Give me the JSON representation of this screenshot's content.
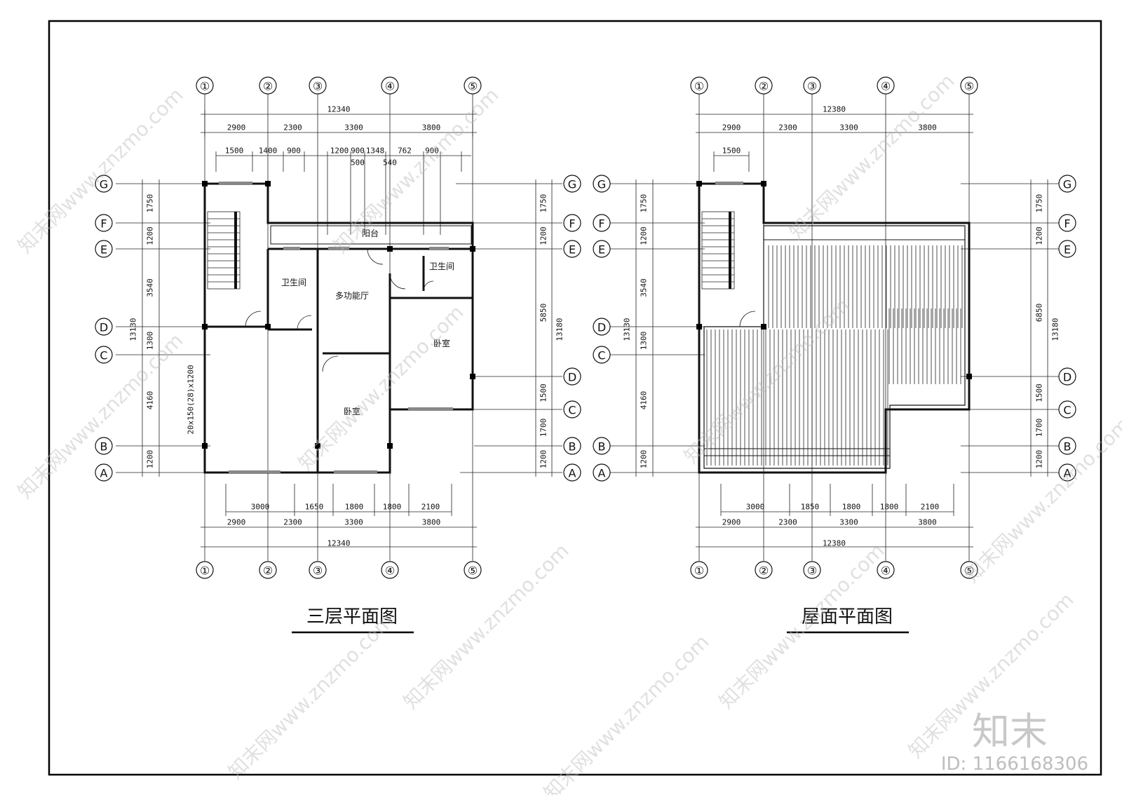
{
  "plans": [
    {
      "title": "三层平面图",
      "top_axes": [
        "①",
        "②",
        "③",
        "④",
        "⑤"
      ],
      "bottom_axes": [
        "①",
        "②",
        "③",
        "④",
        "⑤"
      ],
      "left_axes": [
        "G",
        "F",
        "E",
        "D",
        "C",
        "B",
        "A"
      ],
      "right_axes": [
        "G",
        "F",
        "E",
        "D",
        "C",
        "B",
        "A"
      ],
      "top_total": "12340",
      "top_dims": [
        "2900",
        "2300",
        "3300",
        "3800"
      ],
      "top_sub_dims": [
        "1500",
        "1400",
        "900",
        "1200",
        "900",
        "1348",
        "762",
        "900"
      ],
      "top_small": [
        "500",
        "540"
      ],
      "left_dims": [
        "1750",
        "1200",
        "3540",
        "1300",
        "4160",
        "1200"
      ],
      "left_total": "13130",
      "right_dims": [
        "1750",
        "1200",
        "5850",
        "1500",
        "1700",
        "1200"
      ],
      "right_total": "13180",
      "bottom_sub_dims": [
        "3000",
        "1650",
        "1800",
        "1800",
        "2100"
      ],
      "bottom_dims": [
        "2900",
        "2300",
        "3300",
        "3800"
      ],
      "bottom_total": "12340",
      "stair_note": "20x150(28)x1200",
      "rooms": [
        "阳台",
        "卫生间",
        "多功能厅",
        "卫生间",
        "卧室",
        "卧室"
      ]
    },
    {
      "title": "屋面平面图",
      "top_axes": [
        "①",
        "②",
        "③",
        "④",
        "⑤"
      ],
      "bottom_axes": [
        "①",
        "②",
        "③",
        "④",
        "⑤"
      ],
      "left_axes": [
        "G",
        "F",
        "E",
        "D",
        "C",
        "B",
        "A"
      ],
      "right_axes": [
        "G",
        "F",
        "E",
        "D",
        "C",
        "B",
        "A"
      ],
      "top_total": "12380",
      "top_dims": [
        "2900",
        "2300",
        "3300",
        "3800"
      ],
      "top_sub_dims": [
        "1500"
      ],
      "left_dims": [
        "1750",
        "1200",
        "3540",
        "1300",
        "4160",
        "1200"
      ],
      "left_total": "13130",
      "right_dims": [
        "1750",
        "1200",
        "6850",
        "1500",
        "1700",
        "1200"
      ],
      "right_total": "13180",
      "bottom_sub_dims": [
        "3000",
        "1850",
        "1800",
        "1800",
        "2100"
      ],
      "bottom_dims": [
        "2900",
        "2300",
        "3300",
        "3800"
      ],
      "bottom_total": "12380"
    }
  ],
  "watermark": {
    "text": "知末网www.znzmo.com",
    "logo": "知末",
    "id": "ID: 1166168306"
  }
}
